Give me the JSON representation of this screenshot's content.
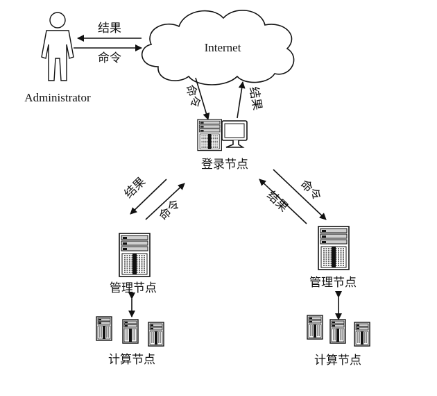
{
  "labels": {
    "internet": "Internet",
    "administrator": "Administrator",
    "login_node": "登录节点",
    "mgmt_node_left": "管理节点",
    "mgmt_node_right": "管理节点",
    "compute_left": "计算节点",
    "compute_right": "计算节点"
  },
  "arrows": {
    "result": "结果",
    "command": "命令"
  },
  "colors": {
    "stroke": "#111111",
    "fill": "#ffffff",
    "server_panel": "#d0d0d0"
  }
}
